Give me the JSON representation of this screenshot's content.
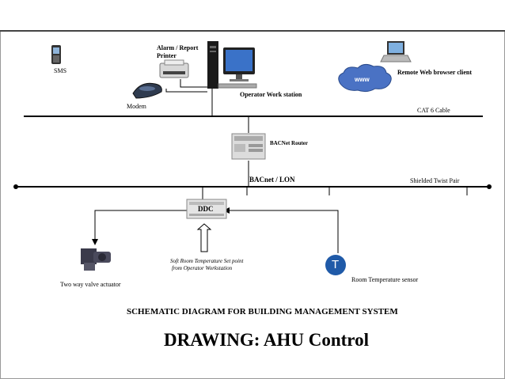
{
  "labels": {
    "sms": "SMS",
    "alarm_printer": "Alarm / Report",
    "alarm_printer_2": "Printer",
    "modem": "Modem",
    "operator_ws": "Operator Work station",
    "www": "www",
    "remote_client": "Remote Web browser client",
    "cat6": "CAT 6 Cable",
    "bacnet_router": "BACNet Router",
    "bacnet_lon": "BACnet / LON",
    "shielded": "Shielded Twist Pair",
    "ddc": "DDC",
    "setpoint_1": "Soft Room Temperature Set point",
    "setpoint_2": "from Operator Workstation",
    "valve": "Two way valve actuator",
    "temp_sensor_symbol": "T",
    "temp_sensor": "Room Temperature sensor"
  },
  "titles": {
    "schematic": "SCHEMATIC DIAGRAM FOR BUILDING MANAGEMENT SYSTEM",
    "drawing": "DRAWING: AHU Control"
  },
  "colors": {
    "sensor_blue": "#1f5aa8",
    "cloud_blue": "#4a72c4",
    "line": "#000000"
  }
}
